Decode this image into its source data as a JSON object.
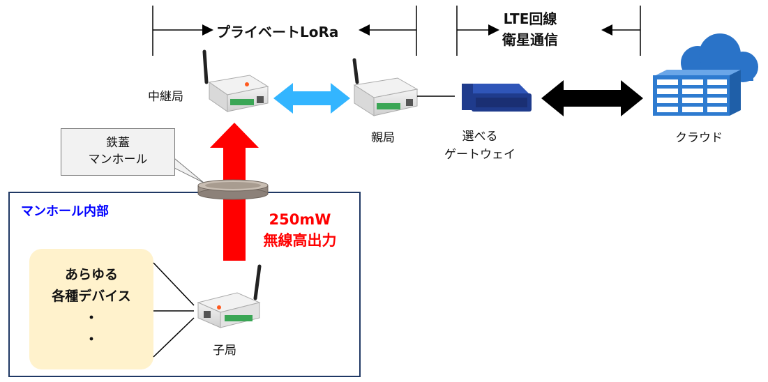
{
  "ranges": {
    "lora_label": "プライベートLoRa",
    "lte_line1": "LTE回線",
    "lte_line2": "衛星通信"
  },
  "nodes": {
    "relay": "中継局",
    "parent": "親局",
    "gateway_line1": "選べる",
    "gateway_line2": "ゲートウェイ",
    "cloud": "クラウド",
    "child": "子局"
  },
  "callout": {
    "line1": "鉄蓋",
    "line2": "マンホール"
  },
  "manhole": {
    "title": "マンホール内部",
    "devices_line1": "あらゆる",
    "devices_line2": "各種デバイス",
    "dot1": "・",
    "dot2": "・"
  },
  "power": {
    "line1": "250mW",
    "line2": "無線高出力"
  },
  "colors": {
    "red_arrow": "#ff0000",
    "blue_arrow": "#33b5ff",
    "black_arrow": "#000000",
    "gateway": "#1f3b8c",
    "server": "#2e7bd0",
    "cloud": "#2a73c8",
    "box_border": "#1f3864",
    "title_blue": "#0000ff",
    "device_bg": "#fff2cc"
  }
}
